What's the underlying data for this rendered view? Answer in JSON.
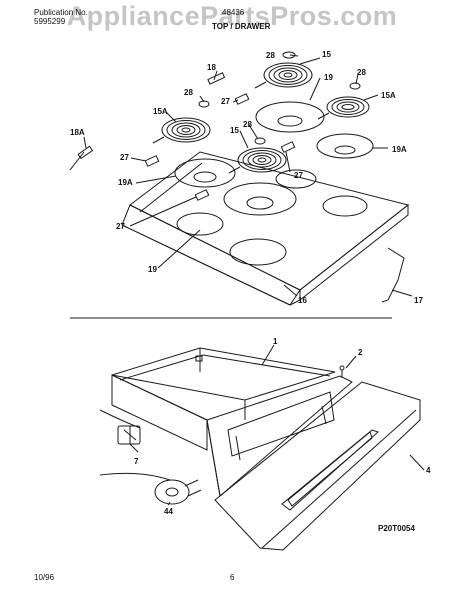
{
  "header": {
    "publication_label": "Publication No.",
    "publication_number": "5995299",
    "model": "48436",
    "section_title": "TOP / DRAWER",
    "watermark": "AppliancePartsPros.com"
  },
  "top_labels": [
    "28",
    "15",
    "18",
    "28",
    "19",
    "28",
    "15A",
    "15A",
    "27",
    "28",
    "15",
    "18A",
    "27",
    "19A",
    "27",
    "19A",
    "27",
    "19",
    "16",
    "17"
  ],
  "drawer_labels": [
    "1",
    "2",
    "4",
    "7",
    "44"
  ],
  "diagram_code": "P20T0054",
  "footer": {
    "date": "10/96",
    "page": "6"
  },
  "colors": {
    "line": "#1a1a1a",
    "watermark": "#9a9a9a"
  }
}
